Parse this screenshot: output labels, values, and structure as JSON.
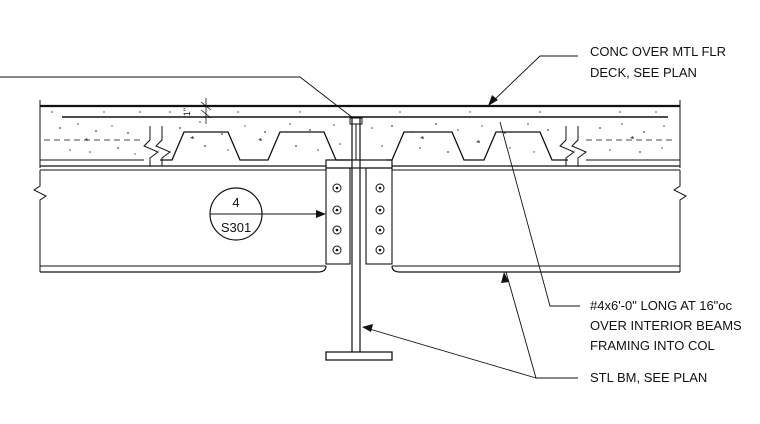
{
  "notes": {
    "deck_line1": "CONC OVER MTL FLR",
    "deck_line2": "DECK, SEE PLAN",
    "rebar_line1": "#4x6'-0\" LONG AT 16\"oc",
    "rebar_line2": "OVER INTERIOR BEAMS",
    "rebar_line3": "FRAMING INTO COL",
    "beam": "STL BM, SEE PLAN"
  },
  "section_tag": {
    "number": "4",
    "sheet": "S301"
  },
  "dimension": {
    "cover": "1\""
  },
  "colors": {
    "line": "#111111",
    "background": "#ffffff"
  }
}
